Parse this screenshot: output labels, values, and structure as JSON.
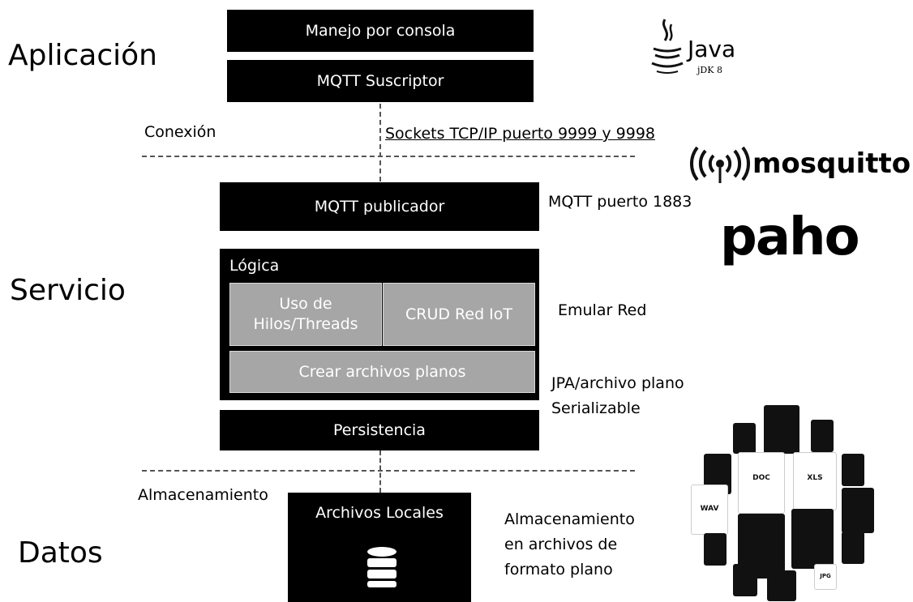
{
  "layers": {
    "application": "Aplicación",
    "service": "Servicio",
    "data": "Datos"
  },
  "boxes": {
    "console": "Manejo por consola",
    "subscriber": "MQTT Suscriptor",
    "publisher": "MQTT publicador",
    "logic_title": "Lógica",
    "threads": "Uso de Hilos/Threads",
    "crud": "CRUD Red IoT",
    "flat_files": "Crear archivos planos",
    "persistence": "Persistencia",
    "local_files": "Archivos Locales"
  },
  "labels": {
    "connection": "Conexión",
    "sockets": "Sockets TCP/IP puerto 9999 y 9998",
    "mqtt_port": "MQTT puerto 1883",
    "emulate": "Emular Red",
    "jpa_line1": "JPA/archivo plano",
    "jpa_line2": "Serializable",
    "storage": "Almacenamiento",
    "storage_desc_line1": "Almacenamiento",
    "storage_desc_line2": "en archivos de",
    "storage_desc_line3": "formato plano"
  },
  "logos": {
    "java": "Java",
    "java_sub": "jDK 8",
    "mosquitto": "mosquitto",
    "paho": "paho",
    "file_doc": "DOC",
    "file_xls": "XLS",
    "file_wav": "WAV",
    "file_jpg": "JPG"
  },
  "icons": {
    "database": "database-icon",
    "java": "java-cup-icon",
    "mosquitto": "broadcast-icon"
  }
}
